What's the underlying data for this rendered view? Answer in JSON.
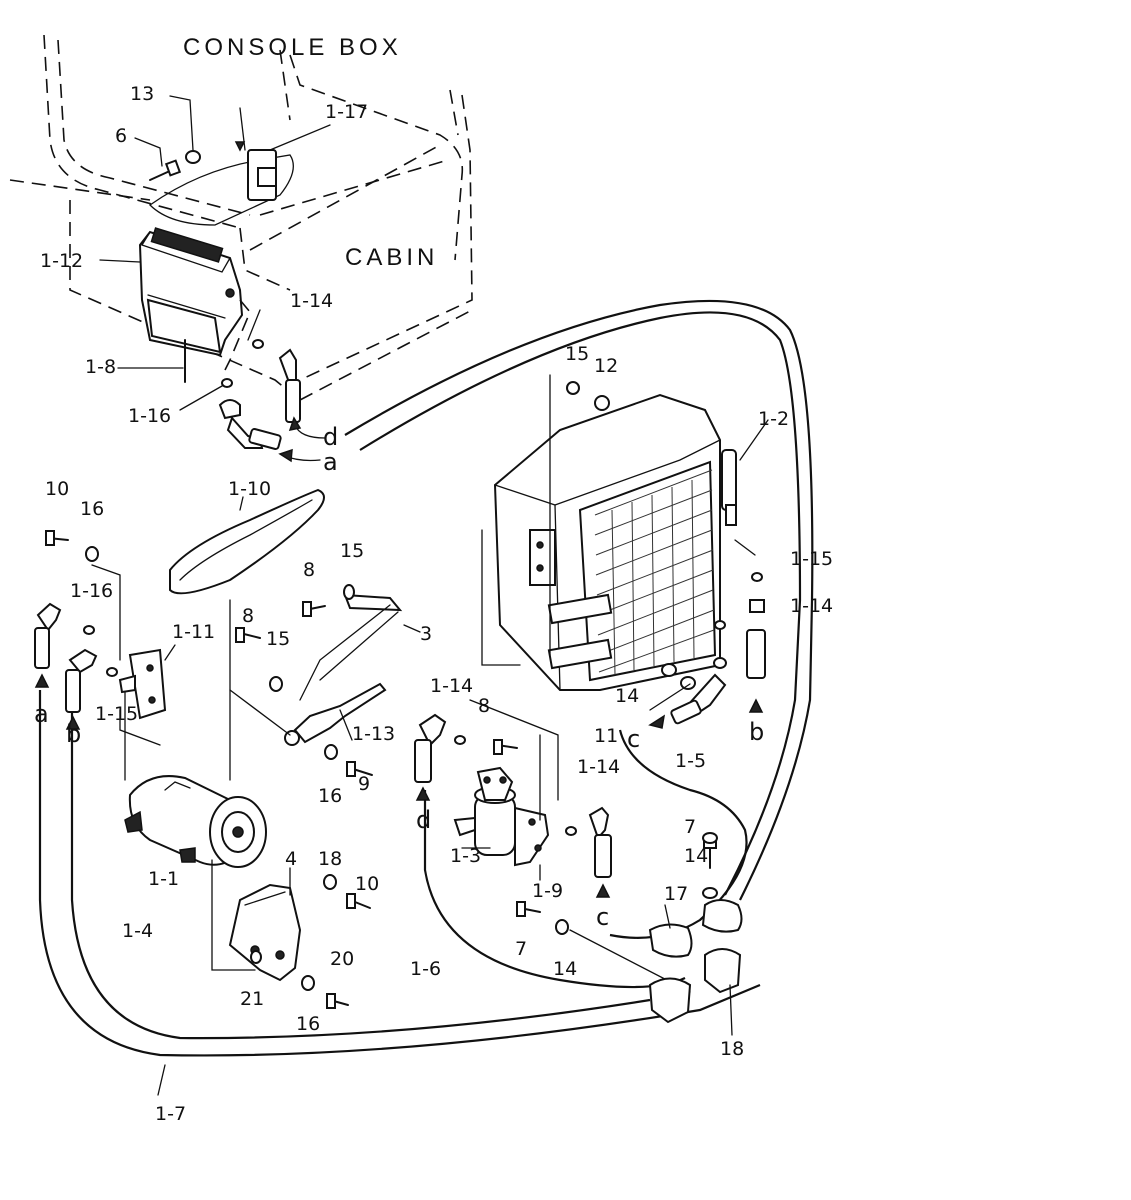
{
  "region_labels": {
    "console_box": "CONSOLE BOX",
    "cabin": "CABIN"
  },
  "callouts": {
    "p13": "13",
    "p6_top": "6",
    "p1_17": "1-17",
    "p1_12": "1-12",
    "p1_14_top": "1-14",
    "p1_8": "1-8",
    "p1_16_top": "1-16",
    "p15_cond": "15",
    "p12": "12",
    "p1_2": "1-2",
    "p1_15_right": "1-15",
    "p1_14_right": "1-14",
    "p10_left": "10",
    "p16_left": "16",
    "p1_10": "1-10",
    "p8_belt": "8",
    "p15_belt": "15",
    "p3": "3",
    "p1_16_left": "1-16",
    "p1_11": "1-11",
    "p8_mid": "8",
    "p15_mid": "15",
    "p1_15_left": "1-15",
    "p1_13": "1-13",
    "p16_mid": "16",
    "p9": "9",
    "p1_1": "1-1",
    "p4": "4",
    "p18_mid": "18",
    "p10_mid": "10",
    "p20": "20",
    "p21": "21",
    "p16_bot": "16",
    "p1_4": "1-4",
    "p1_7": "1-7",
    "p1_14_dryer": "1-14",
    "p8_dryer": "8",
    "p1_14_dryer2": "1-14",
    "p1_3": "1-3",
    "p1_9": "1-9",
    "p7_bot": "7",
    "p14_bot": "14",
    "p1_6": "1-6",
    "p14_cond": "14",
    "p11": "11",
    "p1_5": "1-5",
    "p7_right": "7",
    "p14_right": "14",
    "p17": "17",
    "p18_right": "18"
  },
  "connection_letters": {
    "a_top": "a",
    "d_top": "d",
    "a_left": "a",
    "b_left": "b",
    "d_mid": "d",
    "c_mid": "c",
    "c_cond": "c",
    "b_right": "b"
  }
}
